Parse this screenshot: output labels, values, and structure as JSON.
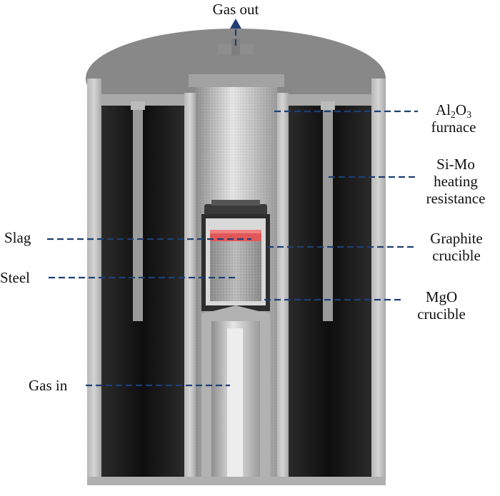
{
  "labels": {
    "gas_out": "Gas out",
    "al2o3_prefix": "Al",
    "al2o3_sub1": "2",
    "al2o3_mid": "O",
    "al2o3_sub2": "3",
    "al2o3_line2": "furnace",
    "simo_line1": "Si-Mo",
    "simo_line2": "heating",
    "simo_line3": "resistance",
    "graphite_line1": "Graphite",
    "graphite_line2": "crucible",
    "mgo_line1": "MgO",
    "mgo_line2": "crucible",
    "slag": "Slag",
    "steel": "Steel",
    "gas_in": "Gas in"
  },
  "colors": {
    "leader_line": "#1f3f73",
    "slag": "#e0585a",
    "metal_light": "#c9c9c9",
    "metal_dark": "#7d7d7d",
    "cavity": "#141414"
  }
}
